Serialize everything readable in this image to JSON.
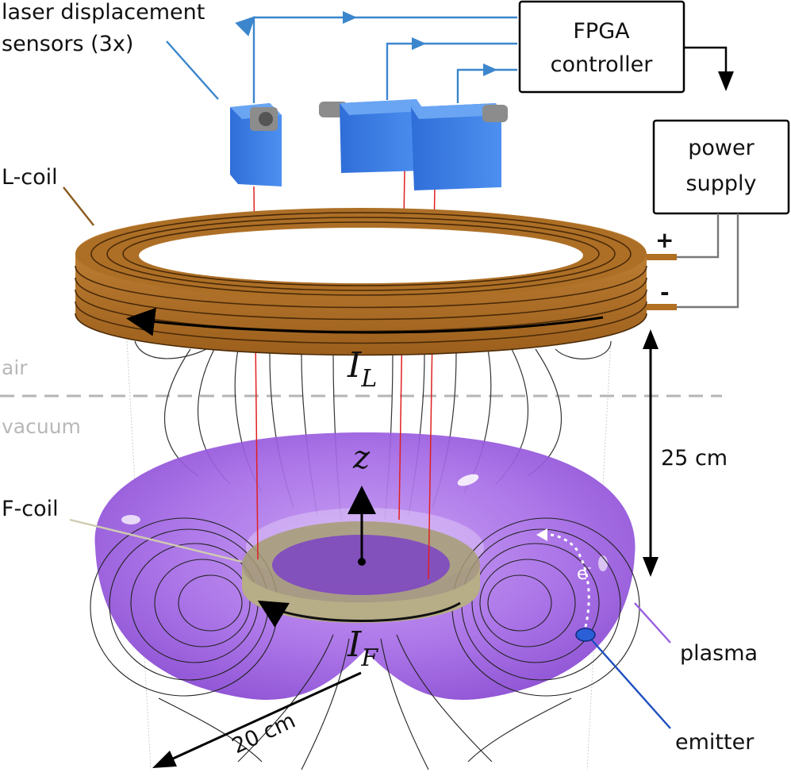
{
  "labels": {
    "laser_sensors_line1": "laser displacement",
    "laser_sensors_line2": "sensors (3x)",
    "l_coil": "L-coil",
    "f_coil": "F-coil",
    "plasma": "plasma",
    "emitter": "emitter",
    "air": "air",
    "vacuum": "vacuum",
    "electron": "e",
    "electron_sup": "-"
  },
  "boxes": {
    "fpga_line1": "FPGA",
    "fpga_line2": "controller",
    "power_line1": "power",
    "power_line2": "supply"
  },
  "terminals": {
    "plus": "+",
    "minus": "-"
  },
  "math": {
    "current_L": "I",
    "current_L_sub": "L",
    "current_F": "I",
    "current_F_sub": "F",
    "z_axis": "z"
  },
  "dimensions": {
    "vertical": "25 cm",
    "radial": "20 cm"
  },
  "colors": {
    "coil": "#b06f22",
    "coil_dark": "#6b3f0e",
    "sensor": "#3a7fe0",
    "signal_line": "#3b86cc",
    "plasma": "#9a5fe0",
    "laser": "#e02020",
    "emitter": "#1f4fbf",
    "f_coil": "#b7ad86"
  }
}
